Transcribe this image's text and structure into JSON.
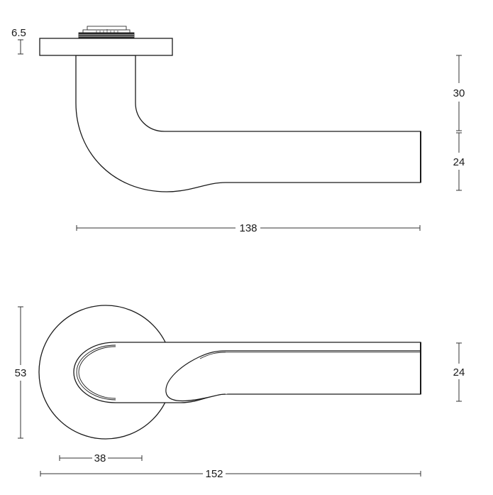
{
  "diagram": {
    "subject": "Door lever handle on round rosette — technical dimension drawing",
    "colors": {
      "line": "#1a1a1a",
      "background": "#ffffff"
    },
    "side_view": {
      "dimensions": {
        "rosette_thickness": "6.5",
        "neck_height": "30",
        "lever_height": "24",
        "projection": "138"
      }
    },
    "top_view": {
      "dimensions": {
        "rosette_diameter": "53",
        "lever_width": "24",
        "rosette_offset": "38",
        "overall_length": "152"
      }
    }
  }
}
